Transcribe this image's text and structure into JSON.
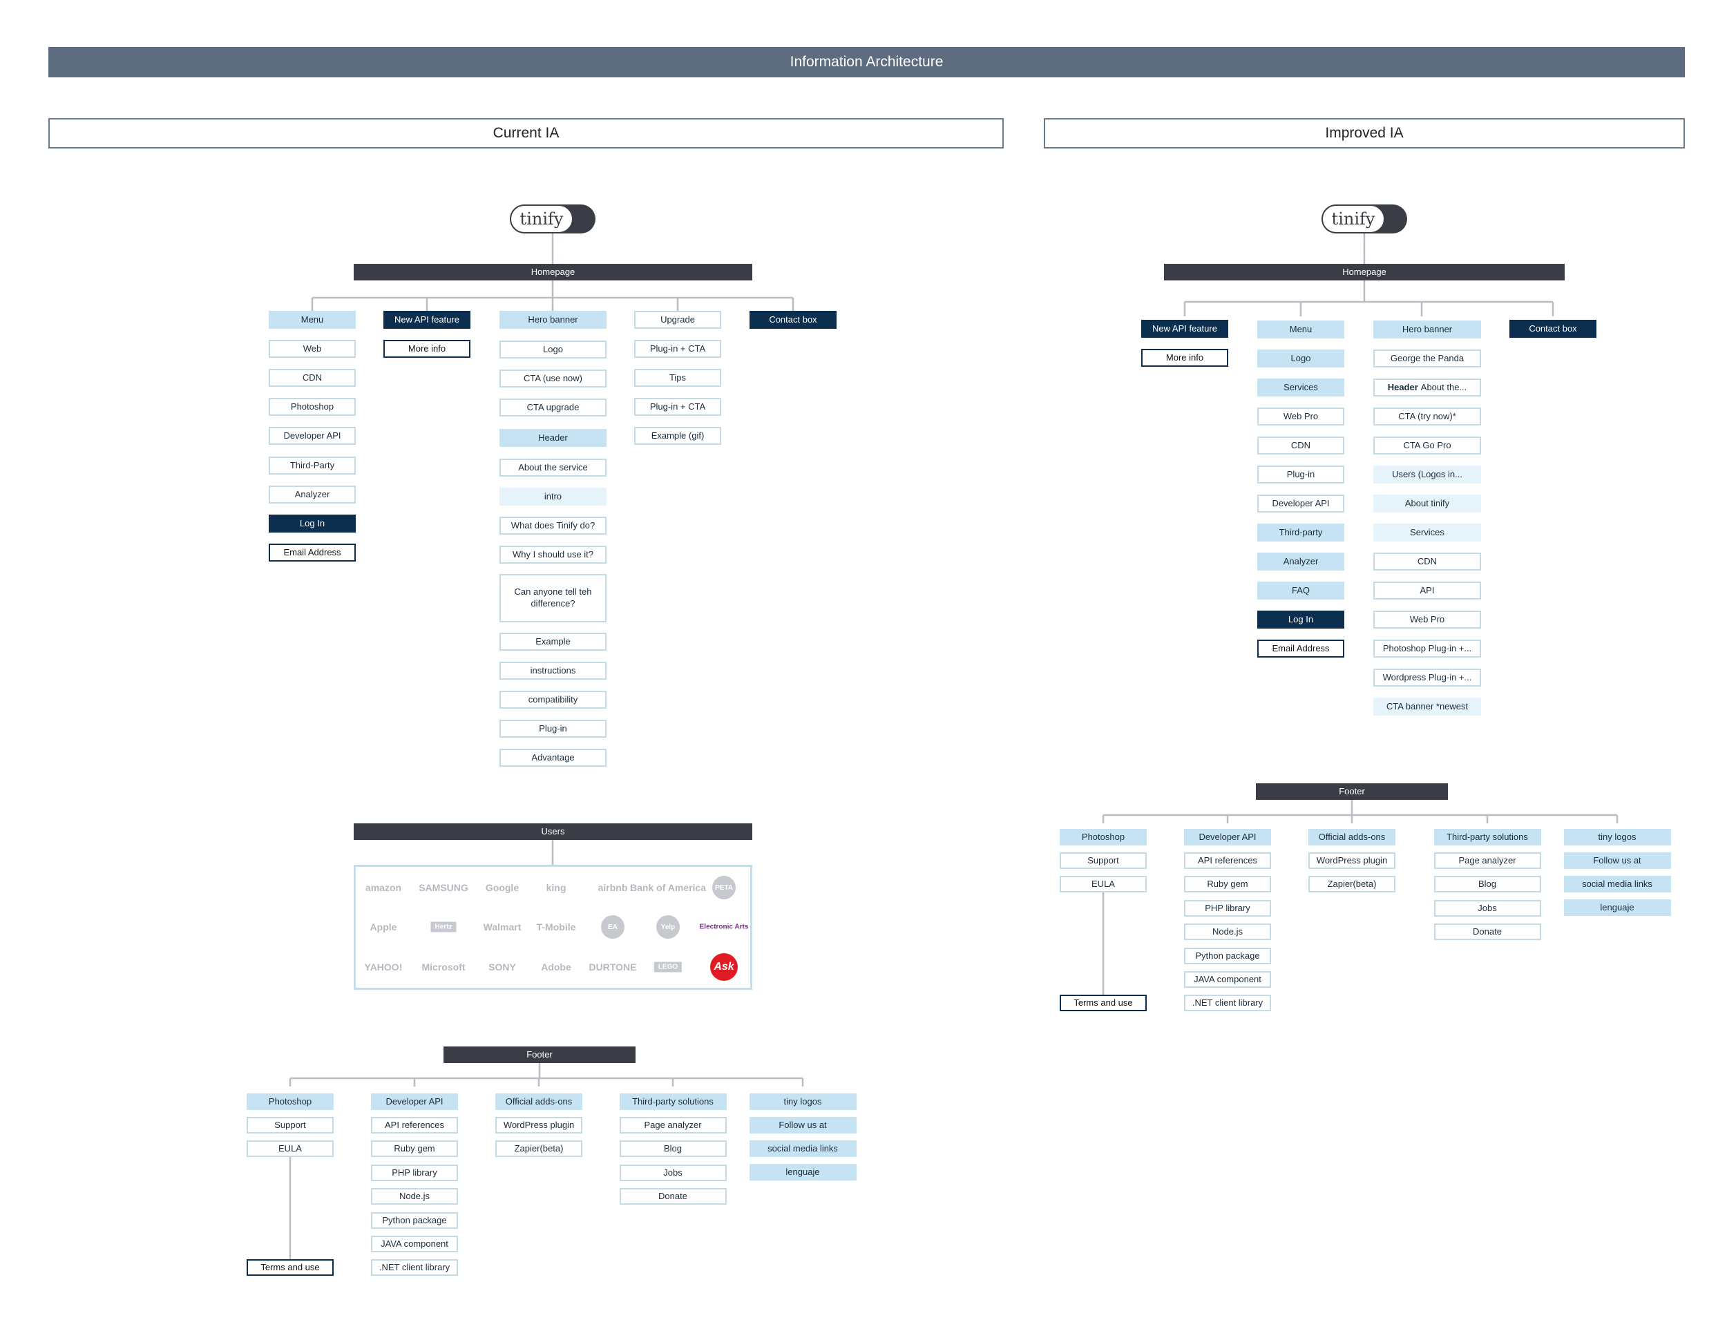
{
  "title": "Information Architecture",
  "current": {
    "heading": "Current IA",
    "logo_text": "tinify",
    "homepage": "Homepage",
    "menu": [
      "Menu",
      "Web",
      "CDN",
      "Photoshop",
      "Developer API",
      "Third-Party",
      "Analyzer",
      "Log In",
      "Email Address"
    ],
    "api": [
      "New API feature",
      "More info"
    ],
    "hero": [
      "Hero banner",
      "Logo",
      "CTA (use now)",
      "CTA upgrade",
      "Header",
      "About the service",
      "intro",
      "What does Tinify do?",
      "Why I should use it?",
      "Can anyone tell teh difference?",
      "Example",
      "instructions",
      "compatibility",
      "Plug-in",
      "Advantage"
    ],
    "upgrade": [
      "Upgrade",
      "Plug-in + CTA",
      "Tips",
      "Plug-in + CTA",
      "Example (gif)"
    ],
    "contact": [
      "Contact box"
    ],
    "users": {
      "title": "Users",
      "logos": [
        "amazon",
        "SAMSUNG",
        "Google",
        "king",
        "airbnb",
        "Bank of America",
        "PETA",
        "Apple",
        "Hertz",
        "Walmart",
        "T-Mobile",
        "EA",
        "Yelp",
        "Electronic Arts",
        "YAHOO!",
        "Microsoft",
        "SONY",
        "Adobe",
        "DURTONE",
        "LEGO",
        "Ask"
      ]
    },
    "footer": {
      "title": "Footer",
      "photoshop": [
        "Photoshop",
        "Support",
        "EULA",
        "Terms and use"
      ],
      "developer": [
        "Developer API",
        "API references",
        "Ruby gem",
        "PHP library",
        "Node.js",
        "Python package",
        "JAVA component",
        ".NET client library"
      ],
      "official": [
        "Official adds-ons",
        "WordPress plugin",
        "Zapier(beta)"
      ],
      "third": [
        "Third-party solutions",
        "Page analyzer",
        "Blog",
        "Jobs",
        "Donate"
      ],
      "tiny": [
        "tiny logos",
        "Follow us at",
        "social media links",
        "lenguaje"
      ]
    }
  },
  "improved": {
    "heading": "Improved IA",
    "logo_text": "tinify",
    "homepage": "Homepage",
    "api": [
      "New API feature",
      "More info"
    ],
    "menu": [
      "Menu",
      "Logo",
      "Services",
      "Web Pro",
      "CDN",
      "Plug-in",
      "Developer API",
      "Third-party",
      "Analyzer",
      "FAQ",
      "Log In",
      "Email Address"
    ],
    "hero": [
      "Hero banner",
      "George the Panda",
      "Header",
      "About the...",
      "CTA (try now)*",
      "CTA Go Pro",
      "Users (Logos in...",
      "About tinify",
      "Services",
      "CDN",
      "API",
      "Web Pro",
      "Photoshop Plug-in +...",
      "Wordpress Plug-in +...",
      "CTA banner *newest"
    ],
    "contact": [
      "Contact box"
    ],
    "footer": {
      "title": "Footer",
      "photoshop": [
        "Photoshop",
        "Support",
        "EULA",
        "Terms and use"
      ],
      "developer": [
        "Developer API",
        "API references",
        "Ruby gem",
        "PHP library",
        "Node.js",
        "Python package",
        "JAVA component",
        ".NET client library"
      ],
      "official": [
        "Official adds-ons",
        "WordPress plugin",
        "Zapier(beta)"
      ],
      "third": [
        "Third-party solutions",
        "Page analyzer",
        "Blog",
        "Jobs",
        "Donate"
      ],
      "tiny": [
        "tiny logos",
        "Follow us at",
        "social media links",
        "lenguaje"
      ]
    }
  },
  "colors": {
    "title_bar": "#5d6c7e",
    "dark": "#3a3d46",
    "navy": "#0c2f50",
    "light_blue": "#c6e3f4",
    "pale_blue": "#e6f3fa",
    "border": "#c4dae5",
    "connector": "#b8bdc4"
  }
}
